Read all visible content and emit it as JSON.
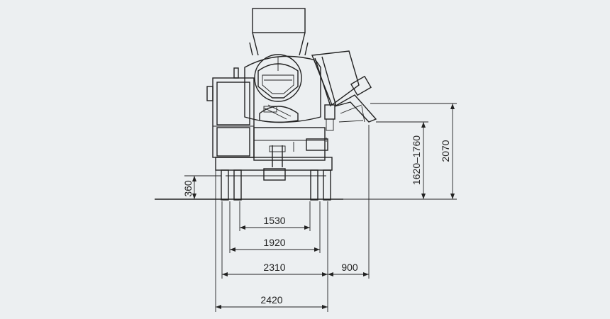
{
  "colors": {
    "background": "#eceff1",
    "line": "#222222"
  },
  "dimensions": {
    "hopper_height_range": "1620–1760",
    "hopper_height_max": "2070",
    "ground_clearance": "360",
    "track_1530": "1530",
    "track_1920": "1920",
    "width_2310": "2310",
    "chute_overhang": "900",
    "overall_width": "2420"
  }
}
